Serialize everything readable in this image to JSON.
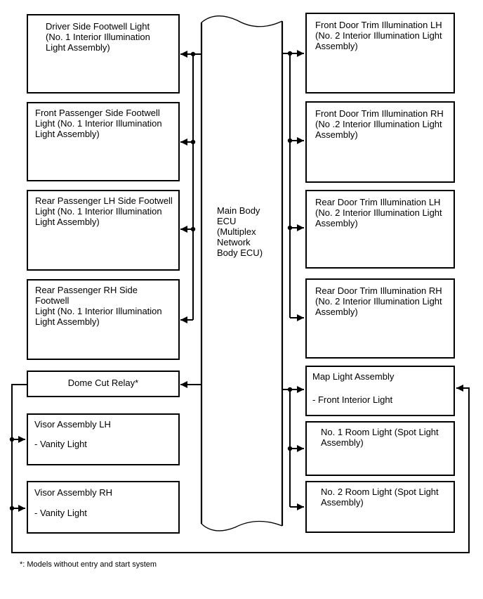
{
  "colors": {
    "background": "#ffffff",
    "line": "#000000",
    "box_border": "#000000",
    "text": "#000000"
  },
  "ecu": {
    "label": "Main Body\nECU\n(Multiplex\nNetwork\nBody ECU)"
  },
  "left_boxes": [
    {
      "label": "Driver Side Footwell Light\n(No. 1 Interior Illumination\nLight Assembly)"
    },
    {
      "label": "Front Passenger Side Footwell\nLight (No. 1 Interior Illumination\nLight Assembly)"
    },
    {
      "label": "Rear Passenger LH Side Footwell\nLight (No. 1 Interior Illumination\nLight Assembly)"
    },
    {
      "label": "Rear Passenger RH Side Footwell\nLight (No. 1 Interior Illumination\nLight Assembly)"
    },
    {
      "label": "Dome Cut Relay*"
    },
    {
      "title": "Visor Assembly LH",
      "subtitle": "- Vanity Light"
    },
    {
      "title": "Visor Assembly RH",
      "subtitle": "- Vanity Light"
    }
  ],
  "right_boxes": [
    {
      "label": "Front Door Trim Illumination LH\n(No. 2 Interior Illumination Light\nAssembly)"
    },
    {
      "label": "Front Door Trim Illumination RH\n(No .2 Interior Illumination Light\nAssembly)"
    },
    {
      "label": "Rear Door Trim Illumination LH\n(No. 2 Interior Illumination Light\nAssembly)"
    },
    {
      "label": "Rear Door Trim Illumination RH\n(No. 2 Interior Illumination Light\nAssembly)"
    },
    {
      "title": "Map Light Assembly",
      "subtitle": "- Front Interior Light"
    },
    {
      "label": "No. 1 Room Light (Spot Light\nAssembly)"
    },
    {
      "label": "No. 2 Room Light (Spot Light\nAssembly)"
    }
  ],
  "footnote": "*: Models without entry and start system"
}
